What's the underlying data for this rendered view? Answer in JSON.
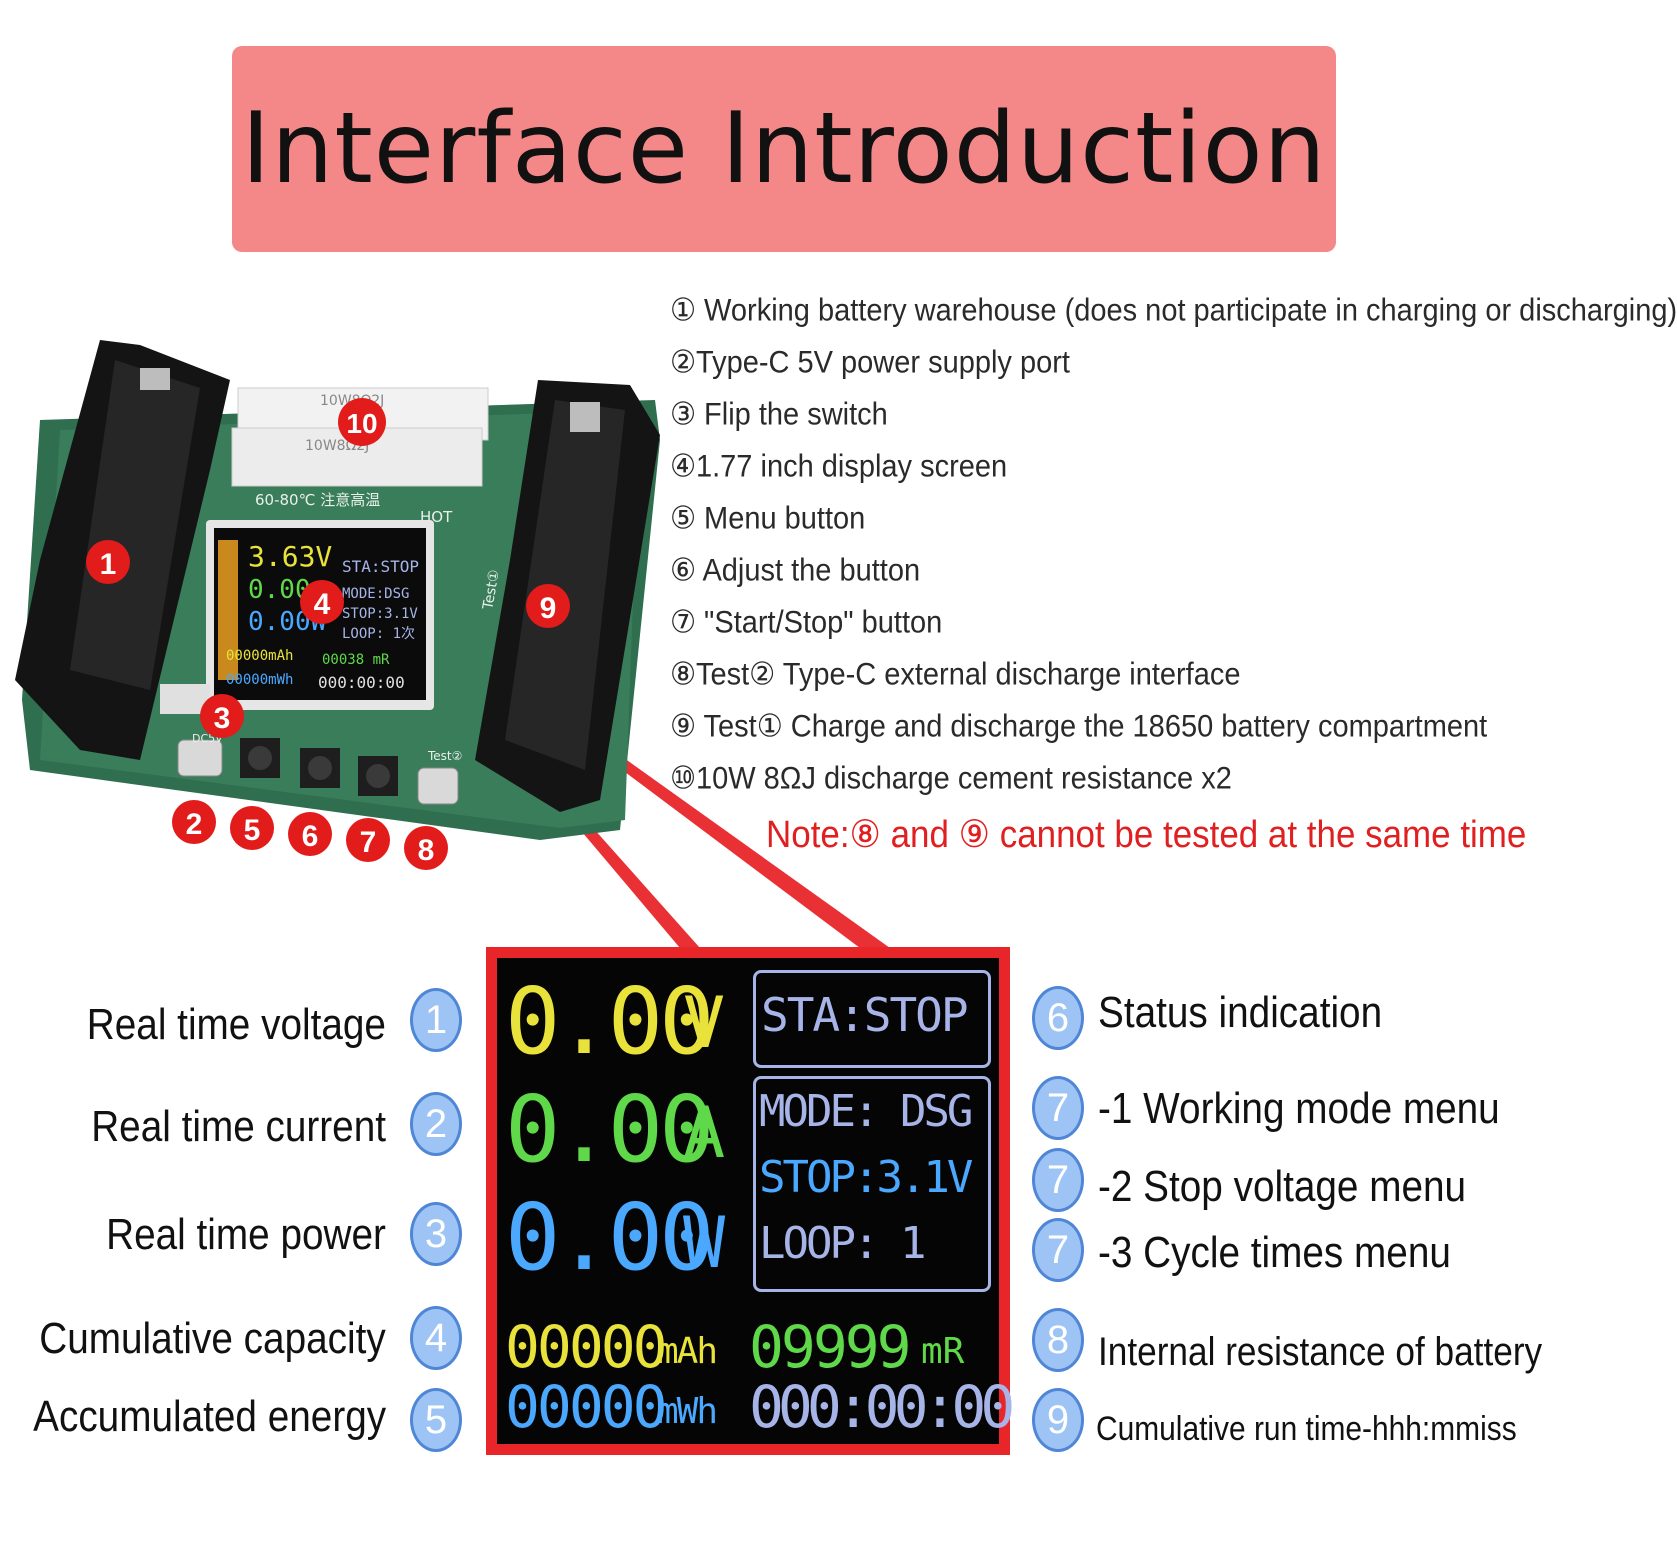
{
  "title": "Interface Introduction",
  "legend": [
    "① Working battery warehouse (does not participate in charging or discharging)",
    "②Type-C 5V power supply port",
    "③ Flip the switch",
    "④1.77 inch display screen",
    "⑤ Menu button",
    "⑥ Adjust the button",
    "⑦ \"Start/Stop\" button",
    "⑧Test② Type-C external discharge interface",
    "⑨ Test① Charge and discharge the 18650 battery compartment",
    "⑩10W 8ΩJ discharge cement resistance x2"
  ],
  "note": "Note:⑧ and ⑨ cannot be tested at the same time",
  "board": {
    "resistor_text": "10W8Ω2J",
    "temp_label": "60-80℃ 注意高温",
    "hot_label": "HOT",
    "dc_label": "DC5V",
    "test1_label": "Test①",
    "test2_label": "Test②",
    "small_screen": {
      "voltage": "3.63V",
      "current": "0.00",
      "power": "0.00W",
      "status": "STA:STOP",
      "mode": "MODE:DSG",
      "stop": "STOP:3.1V",
      "loop": "LOOP: 1次",
      "capacity": "00000mAh",
      "resistance": "00038 mR",
      "energy": "00000mWh",
      "time": "000:00:00"
    },
    "markers": [
      "1",
      "2",
      "3",
      "4",
      "5",
      "6",
      "7",
      "8",
      "9",
      "10"
    ]
  },
  "screen": {
    "voltage": "0.00",
    "voltage_unit": "V",
    "current": "0.00",
    "current_unit": "A",
    "power": "0.00",
    "power_unit": "W",
    "status": "STA:STOP",
    "mode": "MODE: DSG",
    "stop": "STOP:3.1V",
    "loop": "LOOP: 1",
    "capacity": "00000",
    "capacity_unit": "mAh",
    "resistance": "09999",
    "resistance_unit": "mR",
    "energy": "00000",
    "energy_unit": "mWh",
    "time": "000:00:00",
    "colors": {
      "voltage": "#e8e23a",
      "current": "#5fd84a",
      "power": "#4aa8ff",
      "info": "#a7b4e8",
      "frame": "#e8262a"
    }
  },
  "left_labels": [
    {
      "text": "Real time voltage",
      "num": "1"
    },
    {
      "text": "Real time current",
      "num": "2"
    },
    {
      "text": "Real time power",
      "num": "3"
    },
    {
      "text": "Cumulative capacity",
      "num": "4"
    },
    {
      "text": "Accumulated energy",
      "num": "5"
    }
  ],
  "right_labels": [
    {
      "text": "Status indication",
      "num": "6"
    },
    {
      "text": "-1 Working mode menu",
      "num": "7"
    },
    {
      "text": "-2 Stop voltage menu",
      "num": "7"
    },
    {
      "text": "-3 Cycle times menu",
      "num": "7"
    },
    {
      "text": "Internal resistance of battery",
      "num": "8"
    },
    {
      "text": "Cumulative run time-hhh:mmiss",
      "num": "9"
    }
  ]
}
